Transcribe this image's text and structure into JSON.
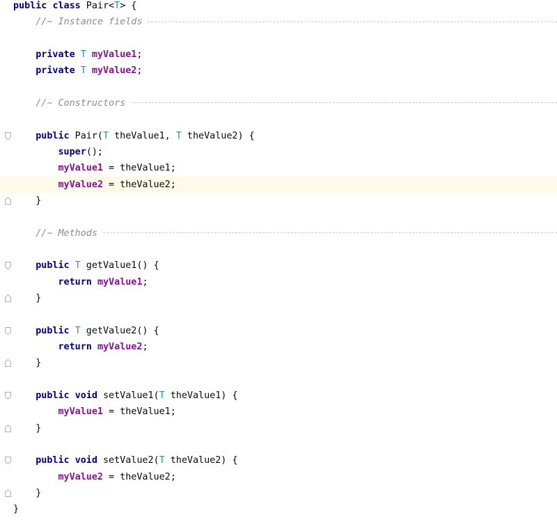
{
  "editor": {
    "language": "java",
    "highlighted_line": 12,
    "colors": {
      "keyword": "#000080",
      "type_param": "#20999d",
      "field": "#871094",
      "comment": "#8c8c8c",
      "line_highlight": "#fdfbe7"
    },
    "lines": [
      [
        {
          "t": "kw",
          "v": "public"
        },
        {
          "t": "pl",
          "v": " "
        },
        {
          "t": "kw",
          "v": "class"
        },
        {
          "t": "pl",
          "v": " Pair<"
        },
        {
          "t": "tp",
          "v": "T"
        },
        {
          "t": "pl",
          "v": "> {"
        }
      ],
      [
        {
          "t": "pl",
          "v": "    "
        },
        {
          "t": "cm",
          "v": "//~ Instance fields"
        },
        {
          "t": "dash",
          "v": ""
        }
      ],
      [],
      [
        {
          "t": "pl",
          "v": "    "
        },
        {
          "t": "kw",
          "v": "private"
        },
        {
          "t": "pl",
          "v": " "
        },
        {
          "t": "tp",
          "v": "T"
        },
        {
          "t": "pl",
          "v": " "
        },
        {
          "t": "fld",
          "v": "myValue1"
        },
        {
          "t": "pl",
          "v": ";"
        }
      ],
      [
        {
          "t": "pl",
          "v": "    "
        },
        {
          "t": "kw",
          "v": "private"
        },
        {
          "t": "pl",
          "v": " "
        },
        {
          "t": "tp",
          "v": "T"
        },
        {
          "t": "pl",
          "v": " "
        },
        {
          "t": "fld",
          "v": "myValue2"
        },
        {
          "t": "pl",
          "v": ";"
        }
      ],
      [],
      [
        {
          "t": "pl",
          "v": "    "
        },
        {
          "t": "cm",
          "v": "//~ Constructors"
        },
        {
          "t": "dash",
          "v": ""
        }
      ],
      [],
      [
        {
          "t": "pl",
          "v": "    "
        },
        {
          "t": "kw",
          "v": "public"
        },
        {
          "t": "pl",
          "v": " Pair("
        },
        {
          "t": "tp",
          "v": "T"
        },
        {
          "t": "pl",
          "v": " theValue1, "
        },
        {
          "t": "tp",
          "v": "T"
        },
        {
          "t": "pl",
          "v": " theValue2) {"
        }
      ],
      [
        {
          "t": "pl",
          "v": "        "
        },
        {
          "t": "kw",
          "v": "super"
        },
        {
          "t": "pl",
          "v": "();"
        }
      ],
      [
        {
          "t": "pl",
          "v": "        "
        },
        {
          "t": "fld",
          "v": "myValue1"
        },
        {
          "t": "pl",
          "v": " = theValue1;"
        }
      ],
      [
        {
          "t": "pl",
          "v": "        "
        },
        {
          "t": "fld",
          "v": "myValue2"
        },
        {
          "t": "pl",
          "v": " = theValue2;"
        }
      ],
      [
        {
          "t": "pl",
          "v": "    }"
        }
      ],
      [],
      [
        {
          "t": "pl",
          "v": "    "
        },
        {
          "t": "cm",
          "v": "//~ Methods"
        },
        {
          "t": "dash",
          "v": ""
        }
      ],
      [],
      [
        {
          "t": "pl",
          "v": "    "
        },
        {
          "t": "kw",
          "v": "public"
        },
        {
          "t": "pl",
          "v": " "
        },
        {
          "t": "tp",
          "v": "T"
        },
        {
          "t": "pl",
          "v": " getValue1() {"
        }
      ],
      [
        {
          "t": "pl",
          "v": "        "
        },
        {
          "t": "kw",
          "v": "return"
        },
        {
          "t": "pl",
          "v": " "
        },
        {
          "t": "fld",
          "v": "myValue1"
        },
        {
          "t": "pl",
          "v": ";"
        }
      ],
      [
        {
          "t": "pl",
          "v": "    }"
        }
      ],
      [],
      [
        {
          "t": "pl",
          "v": "    "
        },
        {
          "t": "kw",
          "v": "public"
        },
        {
          "t": "pl",
          "v": " "
        },
        {
          "t": "tp",
          "v": "T"
        },
        {
          "t": "pl",
          "v": " getValue2() {"
        }
      ],
      [
        {
          "t": "pl",
          "v": "        "
        },
        {
          "t": "kw",
          "v": "return"
        },
        {
          "t": "pl",
          "v": " "
        },
        {
          "t": "fld",
          "v": "myValue2"
        },
        {
          "t": "pl",
          "v": ";"
        }
      ],
      [
        {
          "t": "pl",
          "v": "    }"
        }
      ],
      [],
      [
        {
          "t": "pl",
          "v": "    "
        },
        {
          "t": "kw",
          "v": "public"
        },
        {
          "t": "pl",
          "v": " "
        },
        {
          "t": "kw",
          "v": "void"
        },
        {
          "t": "pl",
          "v": " setValue1("
        },
        {
          "t": "tp",
          "v": "T"
        },
        {
          "t": "pl",
          "v": " theValue1) {"
        }
      ],
      [
        {
          "t": "pl",
          "v": "        "
        },
        {
          "t": "fld",
          "v": "myValue1"
        },
        {
          "t": "pl",
          "v": " = theValue1;"
        }
      ],
      [
        {
          "t": "pl",
          "v": "    }"
        }
      ],
      [],
      [
        {
          "t": "pl",
          "v": "    "
        },
        {
          "t": "kw",
          "v": "public"
        },
        {
          "t": "pl",
          "v": " "
        },
        {
          "t": "kw",
          "v": "void"
        },
        {
          "t": "pl",
          "v": " setValue2("
        },
        {
          "t": "tp",
          "v": "T"
        },
        {
          "t": "pl",
          "v": " theValue2) {"
        }
      ],
      [
        {
          "t": "pl",
          "v": "        "
        },
        {
          "t": "fld",
          "v": "myValue2"
        },
        {
          "t": "pl",
          "v": " = theValue2;"
        }
      ],
      [
        {
          "t": "pl",
          "v": "    }"
        }
      ],
      [
        {
          "t": "pl",
          "v": "}"
        }
      ]
    ],
    "fold_markers": [
      {
        "line": 8,
        "kind": "fold-start-icon"
      },
      {
        "line": 12,
        "kind": "fold-end-icon"
      },
      {
        "line": 16,
        "kind": "fold-start-icon"
      },
      {
        "line": 18,
        "kind": "fold-end-icon"
      },
      {
        "line": 20,
        "kind": "fold-start-icon"
      },
      {
        "line": 22,
        "kind": "fold-end-icon"
      },
      {
        "line": 24,
        "kind": "fold-start-icon"
      },
      {
        "line": 26,
        "kind": "fold-end-icon"
      },
      {
        "line": 28,
        "kind": "fold-start-icon"
      },
      {
        "line": 30,
        "kind": "fold-end-icon"
      }
    ]
  }
}
